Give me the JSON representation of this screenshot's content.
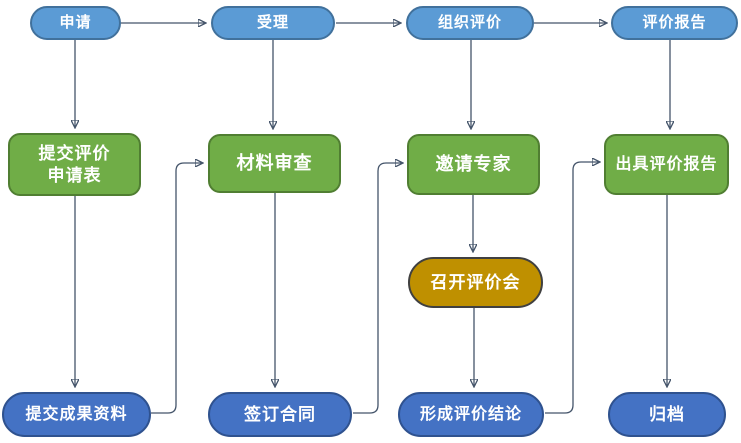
{
  "diagram": {
    "type": "flowchart",
    "background": "#FFFFFF",
    "nodes": {
      "apply": {
        "label": "申请",
        "shape": "pill",
        "fill": "#5B9BD5",
        "border": "#41719C"
      },
      "accept": {
        "label": "受理",
        "shape": "pill",
        "fill": "#5B9BD5",
        "border": "#41719C"
      },
      "organize_evaluation": {
        "label": "组织评价",
        "shape": "pill",
        "fill": "#5B9BD5",
        "border": "#41719C"
      },
      "evaluation_report": {
        "label": "评价报告",
        "shape": "pill",
        "fill": "#5B9BD5",
        "border": "#41719C"
      },
      "submit_application_form": {
        "label": "提交评价\n申请表",
        "shape": "rounded-rect",
        "fill": "#70AD47",
        "border": "#507E32"
      },
      "material_review": {
        "label": "材料审查",
        "shape": "rounded-rect",
        "fill": "#70AD47",
        "border": "#507E32"
      },
      "invite_experts": {
        "label": "邀请专家",
        "shape": "rounded-rect",
        "fill": "#70AD47",
        "border": "#507E32"
      },
      "issue_evaluation_report": {
        "label": "出具评价报告",
        "shape": "rounded-rect",
        "fill": "#70AD47",
        "border": "#507E32"
      },
      "hold_evaluation_meeting": {
        "label": "召开评价会",
        "shape": "pill",
        "fill": "#BF9000",
        "border": "#404040"
      },
      "submit_achievement_materials": {
        "label": "提交成果资料",
        "shape": "pill",
        "fill": "#4472C4",
        "border": "#2F528F"
      },
      "sign_contract": {
        "label": "签订合同",
        "shape": "pill",
        "fill": "#4472C4",
        "border": "#2F528F"
      },
      "form_evaluation_conclusion": {
        "label": "形成评价结论",
        "shape": "pill",
        "fill": "#4472C4",
        "border": "#2F528F"
      },
      "archive": {
        "label": "归档",
        "shape": "pill",
        "fill": "#4472C4",
        "border": "#2F528F"
      }
    },
    "edges": [
      {
        "from": "apply",
        "to": "accept"
      },
      {
        "from": "accept",
        "to": "organize_evaluation"
      },
      {
        "from": "organize_evaluation",
        "to": "evaluation_report"
      },
      {
        "from": "apply",
        "to": "submit_application_form"
      },
      {
        "from": "accept",
        "to": "material_review"
      },
      {
        "from": "organize_evaluation",
        "to": "invite_experts"
      },
      {
        "from": "evaluation_report",
        "to": "issue_evaluation_report"
      },
      {
        "from": "submit_application_form",
        "to": "submit_achievement_materials"
      },
      {
        "from": "submit_achievement_materials",
        "to": "material_review"
      },
      {
        "from": "material_review",
        "to": "sign_contract"
      },
      {
        "from": "sign_contract",
        "to": "invite_experts"
      },
      {
        "from": "invite_experts",
        "to": "hold_evaluation_meeting"
      },
      {
        "from": "hold_evaluation_meeting",
        "to": "form_evaluation_conclusion"
      },
      {
        "from": "form_evaluation_conclusion",
        "to": "issue_evaluation_report"
      },
      {
        "from": "issue_evaluation_report",
        "to": "archive"
      }
    ],
    "colors": {
      "connector": "#44546A",
      "top_pill_fill": "#5B9BD5",
      "top_pill_border": "#41719C",
      "green_fill": "#70AD47",
      "green_border": "#507E32",
      "gold_fill": "#BF9000",
      "gold_border": "#404040",
      "bottom_pill_fill": "#4472C4",
      "bottom_pill_border": "#2F528F",
      "text": "#FFFFFF"
    }
  }
}
